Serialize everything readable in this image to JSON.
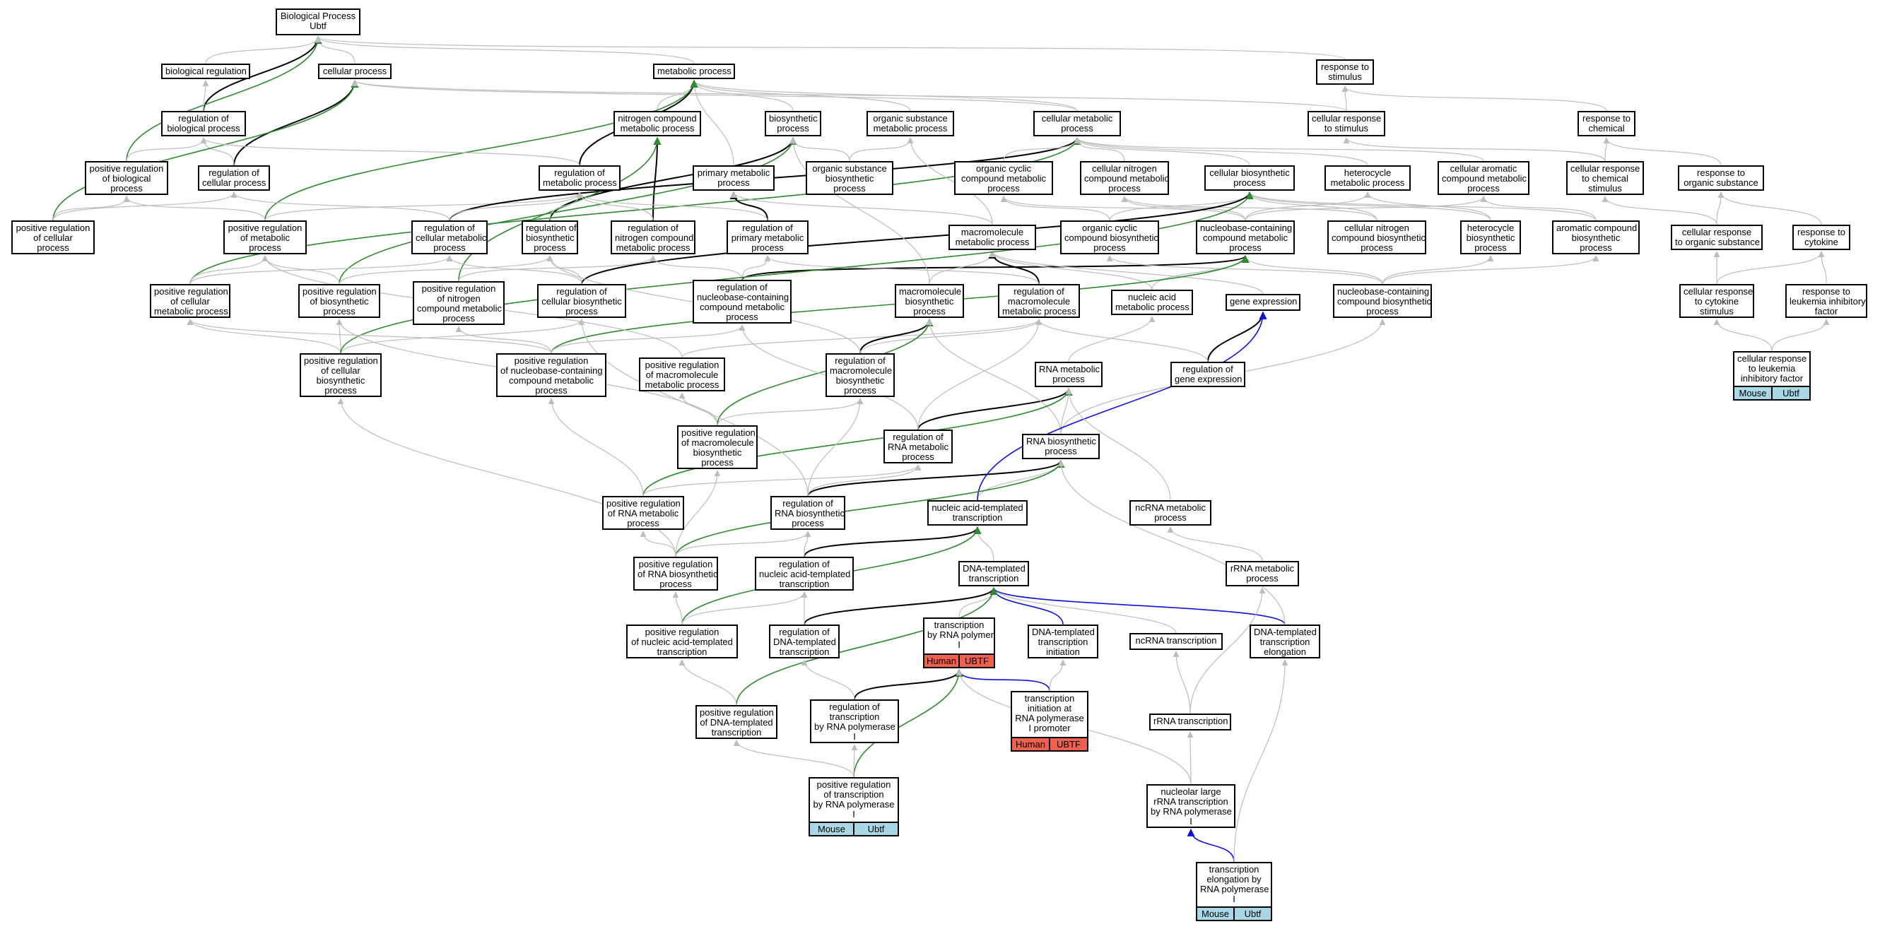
{
  "colors": {
    "edge_default": "#bdbdbd",
    "edge_black": "#000000",
    "edge_green": "#2e8b2e",
    "edge_blue": "#1010dd",
    "tag_human": "#f0604c",
    "tag_mouse": "#a8d8e6"
  },
  "nodes": {
    "bp": "Biological Process\nUbtf",
    "bioreg": "biological regulation",
    "cellproc": "cellular process",
    "metab": "metabolic process",
    "respstim": "response to\nstimulus",
    "regbio": "regulation of\nbiological process",
    "nitrometab": "nitrogen compound\nmetabolic process",
    "biosyn": "biosynthetic\nprocess",
    "orgsub": "organic substance\nmetabolic process",
    "cellmetab": "cellular metabolic\nprocess",
    "cellrespstim": "cellular response\nto stimulus",
    "respchem": "response to\nchemical",
    "posregbio": "positive regulation\nof biological\nprocess",
    "regcell": "regulation of\ncellular process",
    "regmetab": "regulation of\nmetabolic process",
    "primmetab": "primary metabolic\nprocess",
    "orgsubbiosyn": "organic substance\nbiosynthetic\nprocess",
    "orgcyc": "organic cyclic\ncompound metabolic\nprocess",
    "cellnitro": "cellular nitrogen\ncompound metabolic\nprocess",
    "cellbiosyn": "cellular biosynthetic\nprocess",
    "heterometab": "heterocycle\nmetabolic process",
    "cellarommetab": "cellular aromatic\ncompound metabolic\nprocess",
    "cellrespchem": "cellular response\nto chemical\nstimulus",
    "resporg": "response to\norganic substance",
    "posregcell": "positive regulation\nof cellular\nprocess",
    "posregmetab": "positive regulation\nof metabolic\nprocess",
    "regcellmetab": "regulation of\ncellular metabolic\nprocess",
    "regbiosyn": "regulation of\nbiosynthetic\nprocess",
    "regnitro": "regulation of\nnitrogen compound\nmetabolic process",
    "regprim": "regulation of\nprimary metabolic\nprocess",
    "macromet": "macromolecule\nmetabolic process",
    "orgcycbiosyn": "organic cyclic\ncompound biosynthetic\nprocess",
    "nucleocont": "nucleobase-containing\ncompound metabolic\nprocess",
    "cellnitrobiosyn": "cellular nitrogen\ncompound biosynthetic\nprocess",
    "heterobiosyn": "heterocycle\nbiosynthetic\nprocess",
    "arombiosyn": "aromatic compound\nbiosynthetic\nprocess",
    "cellresporg": "cellular response\nto organic substance",
    "respcyto": "response to\ncytokine",
    "posregcellmetab": "positive regulation\nof cellular\nmetabolic process",
    "posregbiosyn": "positive regulation\nof biosynthetic\nprocess",
    "posregnitro": "positive regulation\nof nitrogen\ncompound metabolic\nprocess",
    "regcellbiosyn": "regulation of\ncellular biosynthetic\nprocess",
    "regnucleo": "regulation of\nnucleobase-containing\ncompound metabolic\nprocess",
    "macrobiosyn": "macromolecule\nbiosynthetic\nprocess",
    "regmacromet": "regulation of\nmacromolecule\nmetabolic process",
    "nucacidmet": "nucleic acid\nmetabolic process",
    "geneexp": "gene expression",
    "nucleobiosyn": "nucleobase-containing\ncompound biosynthetic\nprocess",
    "cellrespcyto": "cellular response\nto cytokine\nstimulus",
    "respleuk": "response to\nleukemia inhibitory\nfactor",
    "posregcellbiosyn": "positive regulation\nof cellular\nbiosynthetic\nprocess",
    "posregnucleo": "positive regulation\nof nucleobase-containing\ncompound metabolic\nprocess",
    "posregmacromet": "positive regulation\nof macromolecule\nmetabolic process",
    "regmacrobiosyn": "regulation of\nmacromolecule\nbiosynthetic\nprocess",
    "rnametab": "RNA metabolic\nprocess",
    "reggeneexp": "regulation of\ngene expression",
    "cellrespleuk": "cellular response\nto leukemia\ninhibitory factor",
    "posregmacrobiosyn": "positive regulation\nof macromolecule\nbiosynthetic\nprocess",
    "regrnametab": "regulation of\nRNA metabolic\nprocess",
    "rnabiosyn": "RNA biosynthetic\nprocess",
    "posregrnametab": "positive regulation\nof RNA metabolic\nprocess",
    "regrnabiosyn": "regulation of\nRNA biosynthetic\nprocess",
    "nucacidtemp": "nucleic acid-templated\ntranscription",
    "ncrnametab": "ncRNA metabolic\nprocess",
    "posregrnabiosyn": "positive regulation\nof RNA biosynthetic\nprocess",
    "regnucacidtemp": "regulation of\nnucleic acid-templated\ntranscription",
    "dnatemp": "DNA-templated\ntranscription",
    "rrnametab": "rRNA metabolic\nprocess",
    "posregnucacidtemp": "positive regulation\nof nucleic acid-templated\ntranscription",
    "regdnatemp": "regulation of\nDNA-templated\ntranscription",
    "transpol1": "transcription\nby RNA polymerase\nI",
    "dnatempinit": "DNA-templated\ntranscription\ninitiation",
    "ncrnatrans": "ncRNA transcription",
    "dnatempelong": "DNA-templated\ntranscription\nelongation",
    "posregdnatemp": "positive regulation\nof DNA-templated\ntranscription",
    "regtranspol1": "regulation of\ntranscription\nby RNA polymerase\nI",
    "transinit": "transcription\ninitiation at\nRNA polymerase\nI promoter",
    "rrnatrans": "rRNA transcription",
    "posregtranspol1": "positive regulation\nof transcription\nby RNA polymerase\nI",
    "nuclargerrna": "nucleolar large\nrRNA transcription\nby RNA polymerase\nI",
    "transelong": "transcription\nelongation by\nRNA polymerase\nI"
  },
  "tags": {
    "cellrespleuk": [
      "Mouse",
      "Ubtf"
    ],
    "transpol1": [
      "Human",
      "UBTF"
    ],
    "transinit": [
      "Human",
      "UBTF"
    ],
    "posregtranspol1": [
      "Mouse",
      "Ubtf"
    ],
    "transelong": [
      "Mouse",
      "Ubtf"
    ]
  }
}
